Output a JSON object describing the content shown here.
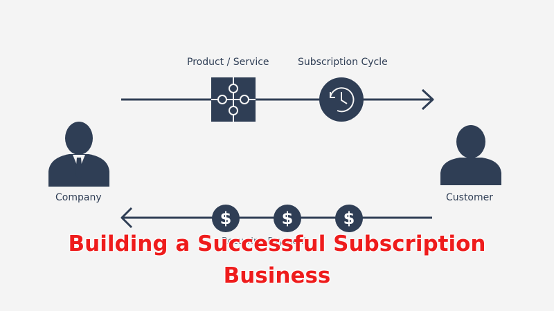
{
  "labels": {
    "product": "Product / Service",
    "cycle": "Subscription Cycle",
    "company": "Company",
    "customer": "Customer",
    "payment": "Recurring Payment"
  },
  "title": {
    "line1": "Building a Successful Subscription",
    "line2": "Business"
  },
  "icons": {
    "top_flow": [
      "puzzle-icon",
      "clock-icon"
    ],
    "bottom_flow": [
      "dollar-icon",
      "dollar-icon",
      "dollar-icon"
    ],
    "currency_symbol": "$"
  },
  "colors": {
    "ink": "#2f3e55",
    "title": "#ee1c1c",
    "background": "#f4f4f4"
  }
}
